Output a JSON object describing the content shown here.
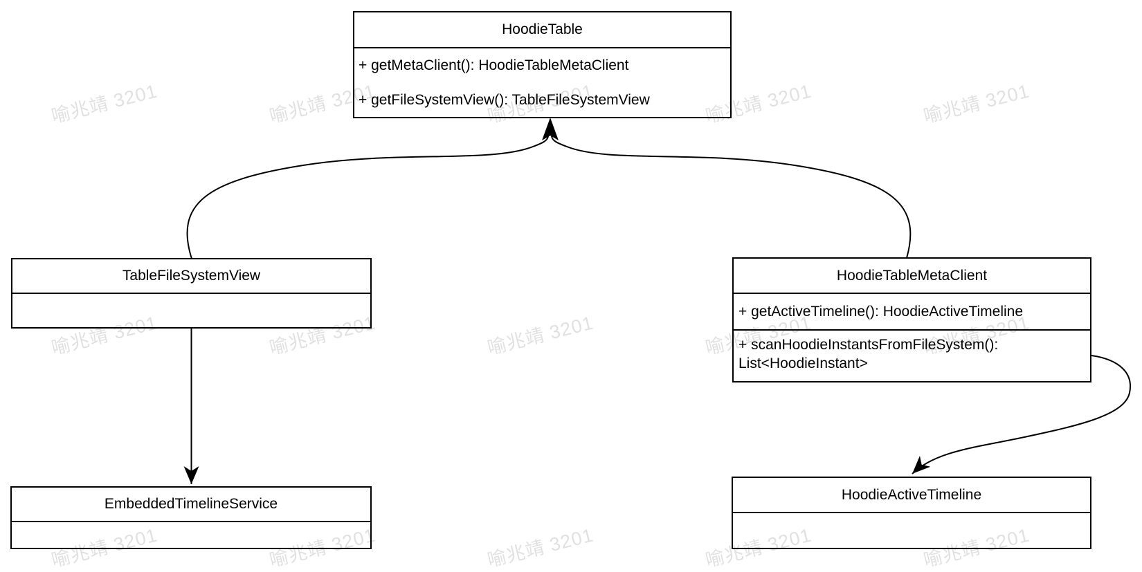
{
  "diagram": {
    "type": "uml-class-diagram",
    "background_color": "#ffffff",
    "box_border_color": "#000000",
    "box_fill_color": "#ffffff",
    "text_color": "#000000",
    "watermark_text": "喻兆靖 3201",
    "classes": {
      "hoodie_table": {
        "title": "HoodieTable",
        "methods": [
          "+ getMetaClient(): HoodieTableMetaClient",
          "+ getFileSystemView(): TableFileSystemView"
        ]
      },
      "table_file_system_view": {
        "title": "TableFileSystemView",
        "methods": []
      },
      "hoodie_table_meta_client": {
        "title": "HoodieTableMetaClient",
        "methods": [
          "+ getActiveTimeline(): HoodieActiveTimeline",
          "+ scanHoodieInstantsFromFileSystem(): List<HoodieInstant>"
        ]
      },
      "embedded_timeline_service": {
        "title": "EmbeddedTimelineService",
        "methods": []
      },
      "hoodie_active_timeline": {
        "title": "HoodieActiveTimeline",
        "methods": []
      }
    },
    "relations": [
      {
        "from": "TableFileSystemView",
        "to": "HoodieTable",
        "arrow": "filled-arrowhead"
      },
      {
        "from": "HoodieTableMetaClient",
        "to": "HoodieTable",
        "arrow": "filled-arrowhead"
      },
      {
        "from": "TableFileSystemView",
        "to": "EmbeddedTimelineService",
        "arrow": "filled-arrowhead"
      },
      {
        "from": "HoodieTableMetaClient",
        "to": "HoodieActiveTimeline",
        "arrow": "filled-arrowhead"
      }
    ]
  }
}
